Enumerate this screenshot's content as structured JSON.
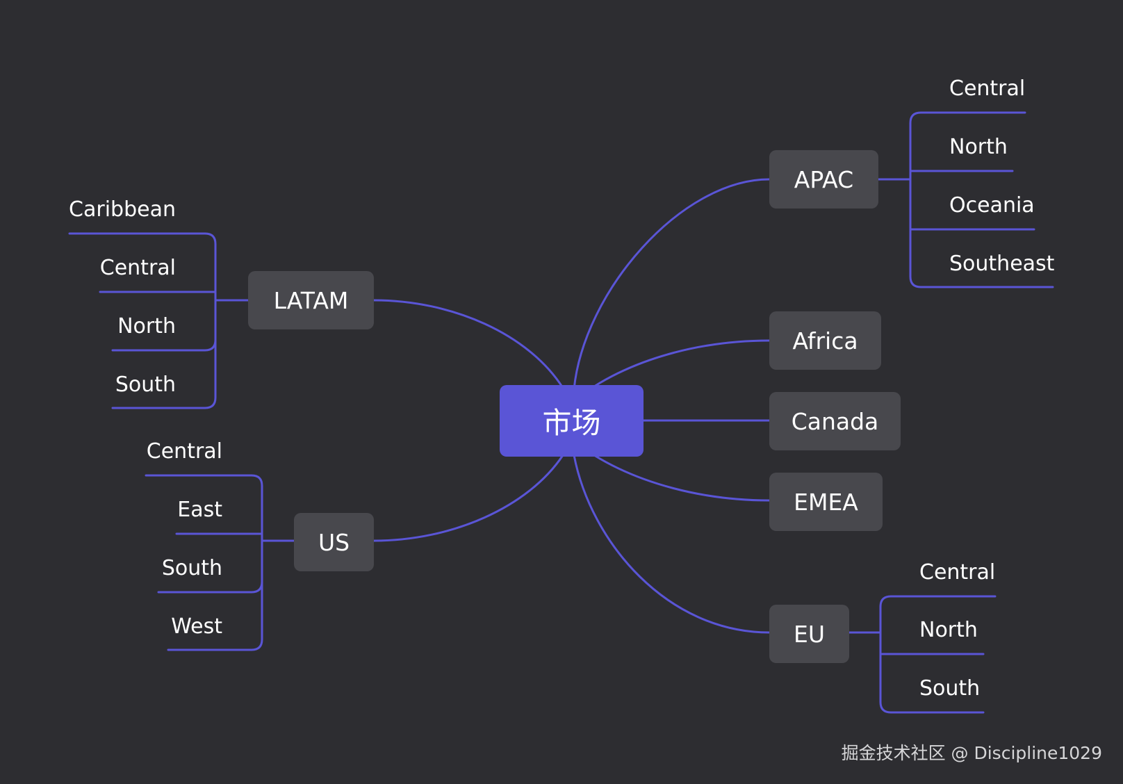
{
  "root": {
    "label": "市场"
  },
  "branches": {
    "apac": {
      "label": "APAC",
      "children": [
        "Central",
        "North",
        "Oceania",
        "Southeast"
      ]
    },
    "latam": {
      "label": "LATAM",
      "children": [
        "Caribbean",
        "Central",
        "North",
        "South"
      ]
    },
    "africa": {
      "label": "Africa"
    },
    "canada": {
      "label": "Canada"
    },
    "emea": {
      "label": "EMEA"
    },
    "us": {
      "label": "US",
      "children": [
        "Central",
        "East",
        "South",
        "West"
      ]
    },
    "eu": {
      "label": "EU",
      "children": [
        "Central",
        "North",
        "South"
      ]
    }
  },
  "colors": {
    "background": "#2d2d31",
    "node": "#48484d",
    "root": "#5a55d6",
    "line": "#5a55d6"
  },
  "watermark": "掘金技术社区 @ Discipline1029"
}
